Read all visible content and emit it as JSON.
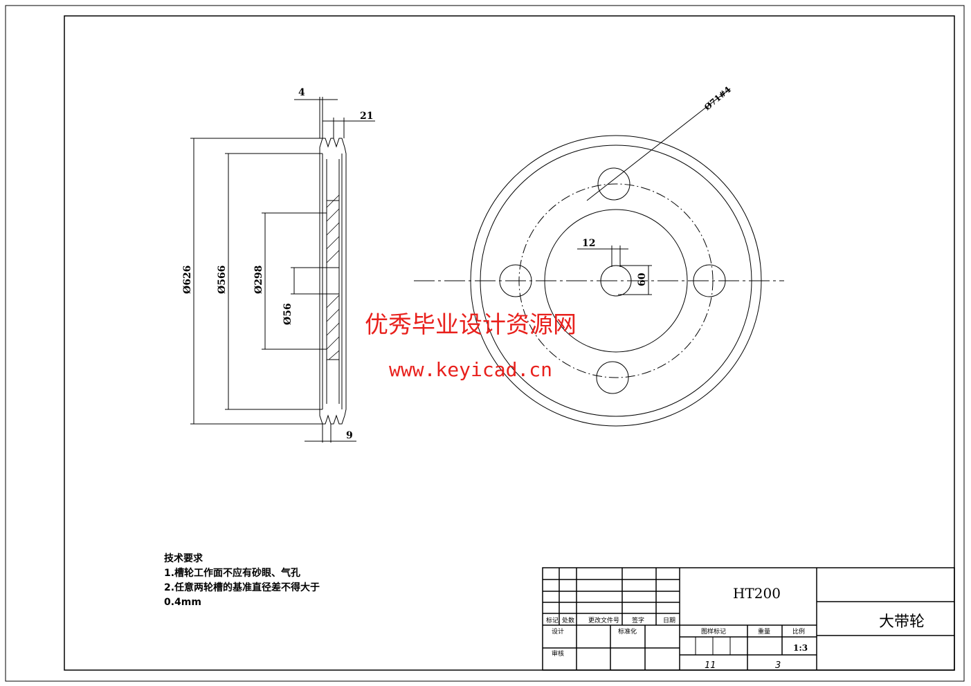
{
  "dimensions": {
    "d4": "4",
    "d21": "21",
    "d9": "9",
    "d626": "Ø626",
    "d566": "Ø566",
    "d298": "Ø298",
    "d56": "Ø56",
    "d12": "12",
    "d60": "60",
    "holes": "Ø71#4"
  },
  "watermark": {
    "cn": "优秀毕业设计资源网",
    "url": "www.keyicad.cn"
  },
  "requirements": {
    "title": "技术要求",
    "line1": "1.槽轮工作面不应有砂眼、气孔",
    "line2": "2.任意两轮槽的基准直径差不得大于",
    "line3": "0.4mm"
  },
  "title_block": {
    "material": "HT200",
    "part_name": "大带轮",
    "scale": "1:3",
    "labels": {
      "mark": "标记",
      "count": "处数",
      "change_doc": "更改文件号",
      "sign": "签字",
      "date": "日期",
      "design": "设计",
      "standard": "标准化",
      "review": "审核",
      "drawing_mark": "图样标记",
      "weight": "重量",
      "scale": "比例"
    },
    "sheet_total": "11",
    "sheet_no": "3"
  },
  "colors": {
    "watermark": "#e8201c",
    "line": "#000000"
  }
}
